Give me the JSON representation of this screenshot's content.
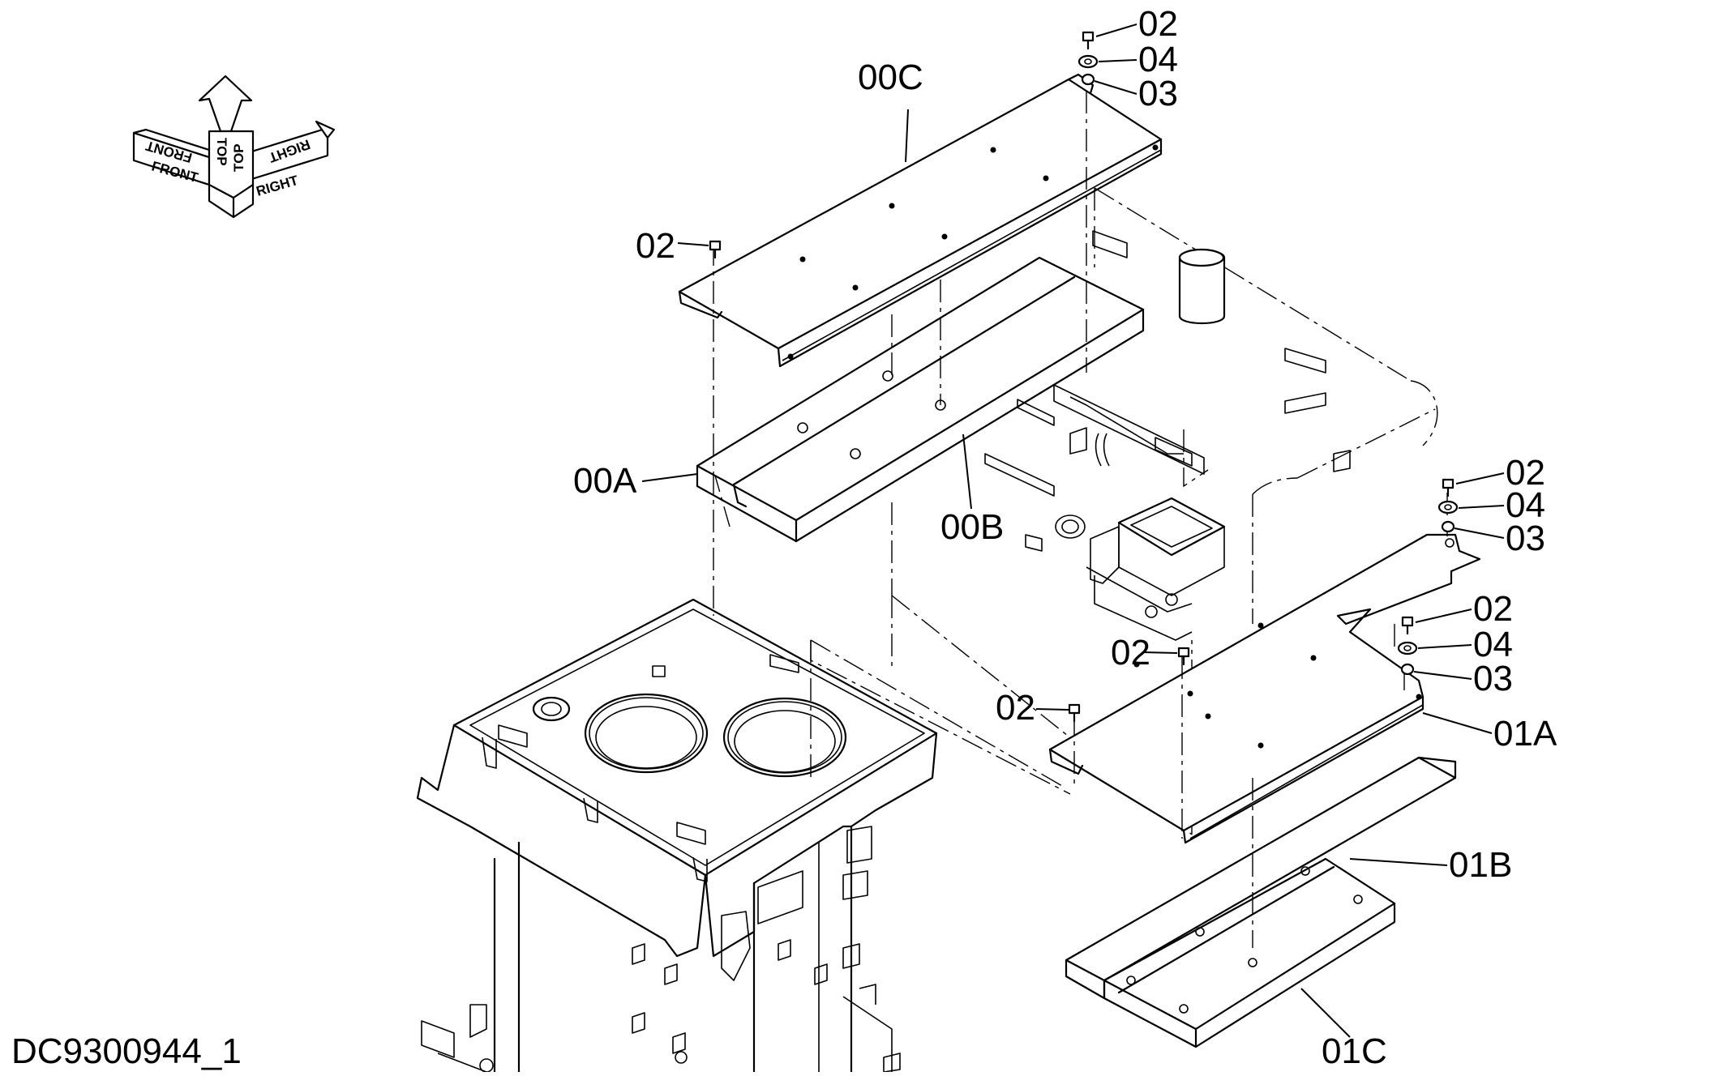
{
  "document_id": "DC9300944_1",
  "orientation": {
    "front": "FRONT",
    "top": "TOP",
    "right": "RIGHT"
  },
  "callouts": {
    "c02a": "02",
    "c04a": "04",
    "c03a": "03",
    "c00c": "00C",
    "c02b": "02",
    "c00a": "00A",
    "c00b": "00B",
    "c02c": "02",
    "c04c": "04",
    "c03c": "03",
    "c02d": "02",
    "c04d": "04",
    "c03d": "03",
    "c02e": "02",
    "c02f": "02",
    "c01a": "01A",
    "c01b": "01B",
    "c01c": "01C"
  }
}
